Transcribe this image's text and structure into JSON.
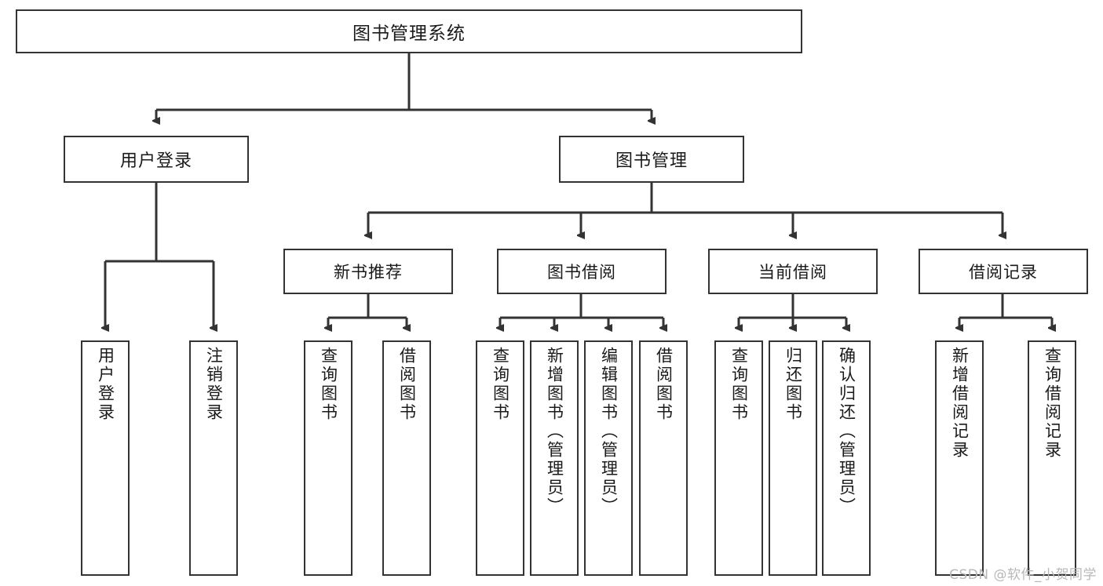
{
  "diagram": {
    "type": "tree-hierarchy",
    "title": "图书管理系统",
    "watermark": "CSDN @软件_小贺同学",
    "colors": {
      "stroke": "#333333",
      "fill": "#ffffff",
      "text": "#1a1a1a",
      "watermark": "#b8b8b8"
    },
    "root": {
      "label": "图书管理系统"
    },
    "level2": [
      {
        "label": "用户登录"
      },
      {
        "label": "图书管理"
      }
    ],
    "level3": [
      {
        "label": "新书推荐"
      },
      {
        "label": "图书借阅"
      },
      {
        "label": "当前借阅"
      },
      {
        "label": "借阅记录"
      }
    ],
    "leaves": {
      "user_login": [
        {
          "label": "用户登录"
        },
        {
          "label": "注销登录"
        }
      ],
      "new_book_recommend": [
        {
          "label": "查询图书"
        },
        {
          "label": "借阅图书"
        }
      ],
      "book_borrow": [
        {
          "label": "查询图书"
        },
        {
          "label": "新增图书（管理员）"
        },
        {
          "label": "编辑图书（管理员）"
        },
        {
          "label": "借阅图书"
        }
      ],
      "current_borrow": [
        {
          "label": "查询图书"
        },
        {
          "label": "归还图书"
        },
        {
          "label": "确认归还（管理员）"
        }
      ],
      "borrow_record": [
        {
          "label": "新增借阅记录"
        },
        {
          "label": "查询借阅记录"
        }
      ]
    }
  }
}
